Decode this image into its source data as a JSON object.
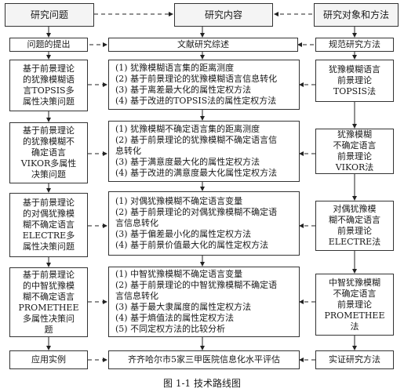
{
  "headers": {
    "left": "研究问题",
    "center": "研究内容",
    "right": "研究对象和方法"
  },
  "row1": {
    "left": "问题的提出",
    "center": "文献研究综述",
    "right": "规范研究方法"
  },
  "sections": [
    {
      "left_lines": [
        "基于前景理论",
        "的犹豫模糊语",
        "言TOPSIS多",
        "属性决策问题"
      ],
      "content_lines": [
        "(1) 犹豫模糊语言集的距离测度",
        "(2) 基于前景理论的犹豫模糊语言信息转化",
        "(3) 基于离差最大化的属性定权方法",
        "(4) 基于改进的TOPSIS法的属性定权方法"
      ],
      "right_lines": [
        "犹豫模糊语言",
        "前景理论",
        "TOPSIS法"
      ]
    },
    {
      "left_lines": [
        "基于前景理论",
        "的犹豫模糊不",
        "确定语言",
        "VIKOR多属性",
        "决策问题"
      ],
      "content_lines": [
        "(1) 犹豫模糊不确定语言集的距离测度",
        "(2) 基于前景理论的犹豫模糊不确定语言信",
        "息转化",
        "(3) 基于满意度最大化的属性定权方法",
        "(4) 基于改进的满意度最大化属性定权方法"
      ],
      "right_lines": [
        "犹豫模糊",
        "不确定语言",
        "前景理论",
        "VIKOR法"
      ]
    },
    {
      "left_lines": [
        "基于前景理论",
        "的对偶犹豫模",
        "糊不确定语言",
        "ELECTRE多",
        "属性决策问题"
      ],
      "content_lines": [
        "(1) 对偶犹豫模糊不确定语言变量",
        "(2) 基于前景理论的对偶犹豫模糊不确定语",
        "言信息转化",
        "(3) 基于偏差最小化的属性定权方法",
        "(4) 基于前景价值最大化的属性定权方法"
      ],
      "right_lines": [
        "对偶犹豫模",
        "糊不确定语言",
        "前景理论",
        "ELECTRE法"
      ]
    },
    {
      "left_lines": [
        "基于前景理论",
        "的中智犹豫模",
        "糊不确定语言",
        "PROMETHEE",
        "多属性决策问",
        "题"
      ],
      "content_lines": [
        "(1) 中智犹豫模糊不确定语言变量",
        "(2) 基于前景理论的中智犹豫模糊不确定语",
        "言信息转化",
        "(3) 基于最大隶属度的属性定权方法",
        "(4) 基于熵值法的属性定权方法",
        "(5) 不同定权方法的比较分析"
      ],
      "right_lines": [
        "中智犹豫模糊",
        "不确定语言",
        "前景理论",
        "PROMETHEE",
        "法"
      ]
    }
  ],
  "bottom": {
    "left": "应用实例",
    "center": "齐齐哈尔市5家三甲医院信息化水平评估",
    "right": "实证研究方法"
  },
  "caption": "图 1-1  技术路线图"
}
